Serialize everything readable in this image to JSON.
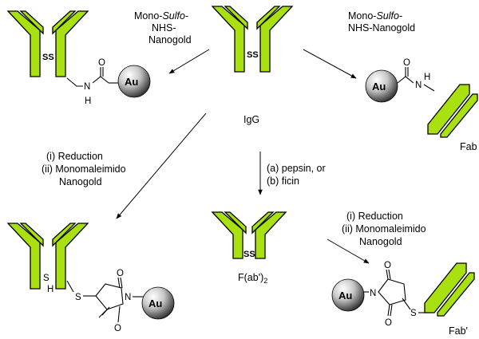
{
  "labels": {
    "reagent_top_left_1": "Mono-",
    "reagent_top_left_2": "Sulfo",
    "reagent_top_left_3": "-",
    "reagent_top_left_4": "NHS-",
    "reagent_top_left_5": "Nanogold",
    "reagent_top_right_1": "Mono-",
    "reagent_top_right_2": "Sulfo",
    "reagent_top_right_3": "-",
    "reagent_top_right_4": "NHS-Nanogold",
    "igg": "IgG",
    "fab": "Fab",
    "step_left_1": "(i) Reduction",
    "step_left_2": "(ii) Monomaleimido",
    "step_left_3": "Nanogold",
    "step_mid_1": "(a) pepsin, or",
    "step_mid_2": "(b) ficin",
    "step_right_1": "(i) Reduction",
    "step_right_2": "(ii) Monomaleimido",
    "step_right_3": "Nanogold",
    "fab2_main": "F(ab')",
    "fab2_sub": "2",
    "fab_prime": "Fab'"
  },
  "atoms": {
    "ss": "SS",
    "s": "S",
    "h": "H",
    "n": "N",
    "o": "O",
    "au": "Au"
  },
  "colors": {
    "antibody": "#a8e010",
    "outline": "#000000"
  }
}
